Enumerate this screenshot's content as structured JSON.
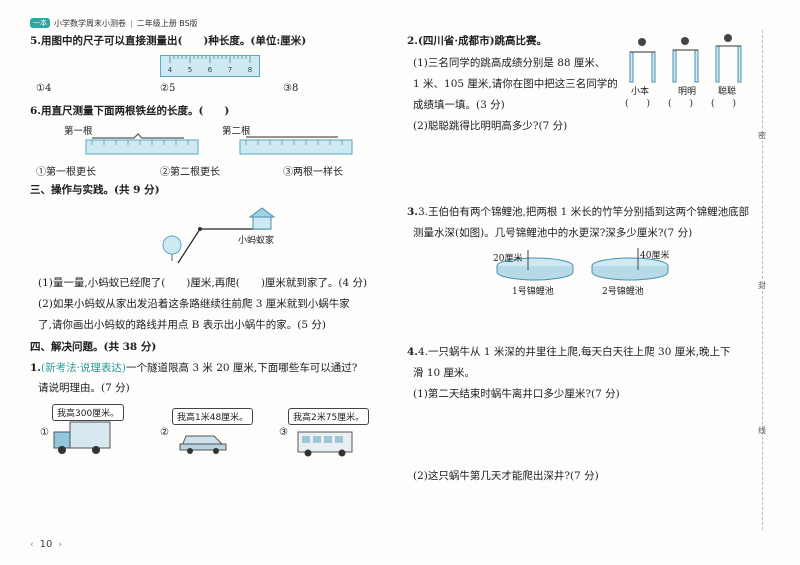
{
  "header": {
    "logo": "一本",
    "book_title": "小学数学周末小测卷",
    "grade_edition": "二年级上册 BS版"
  },
  "q5": {
    "stem": "5.用图中的尺子可以直接测量出(　　)种长度。(单位:厘米)",
    "ruler_ticks": [
      "4",
      "5",
      "6",
      "7",
      "8"
    ],
    "options": [
      "①4",
      "②5",
      "③8"
    ]
  },
  "q6": {
    "stem": "6.用直尺测量下面两根铁丝的长度。(　　)",
    "wire1_label": "第一根",
    "wire2_label": "第二根",
    "options": [
      "①第一根更长",
      "②第二根更长",
      "③两根一样长"
    ]
  },
  "section3": {
    "title": "三、操作与实践。(共 9 分)",
    "home_label": "小蚂蚁家",
    "q1": "(1)量一量,小蚂蚁已经爬了(　　)厘米,再爬(　　)厘米就到家了。(4 分)",
    "q2_line1": "(2)如果小蚂蚁从家出发沿着这条路继续往前爬 3 厘米就到小蜗牛家",
    "q2_line2": "了,请你画出小蚂蚁的路线并用点 B 表示出小蜗牛的家。(5 分)"
  },
  "section4": {
    "title": "四、解决问题。(共 38 分)",
    "q1_tag": "(新考法·说理表达)",
    "q1_stem": "一个隧道限高 3 米 20 厘米,下面哪些车可以通过?",
    "q1_line2": "请说明理由。(7 分)",
    "cars": [
      {
        "num": "①",
        "label": "我高300厘米。"
      },
      {
        "num": "②",
        "label": "我高1米48厘米。"
      },
      {
        "num": "③",
        "label": "我高2米75厘米。"
      }
    ]
  },
  "right_q2": {
    "stem": "2.(四川省·成都市)跳高比赛。",
    "p1_line1": "(1)三名同学的跳高成绩分别是 88 厘米、",
    "p1_line2": "1 米、105 厘米,请你在图中把这三名同学的",
    "p1_line3": "成绩填一填。(3 分)",
    "p2": "(2)聪聪跳得比明明高多少?(7 分)",
    "names": [
      "小本",
      "明明",
      "聪聪"
    ],
    "brackets": [
      "(　　)",
      "(　　)",
      "(　　)"
    ]
  },
  "right_q3": {
    "line1": "3.王伯伯有两个锦鲤池,把两根 1 米长的竹竿分别插到这两个锦鲤池底部",
    "line2": "测量水深(如图)。几号锦鲤池中的水更深?深多少厘米?(7 分)",
    "pool1_mark": "20厘米",
    "pool2_mark": "40厘米",
    "pool1_name": "1号锦鲤池",
    "pool2_name": "2号锦鲤池"
  },
  "right_q4": {
    "line1": "4.一只蜗牛从 1 米深的井里往上爬,每天白天往上爬 30 厘米,晚上下",
    "line2": "滑 10 厘米。",
    "p1": "(1)第二天结束时蜗牛离井口多少厘米?(7 分)",
    "p2": "(2)这只蜗牛第几天才能爬出深井?(7 分)"
  },
  "margin": [
    "密",
    "封",
    "线"
  ],
  "page_number": "10"
}
